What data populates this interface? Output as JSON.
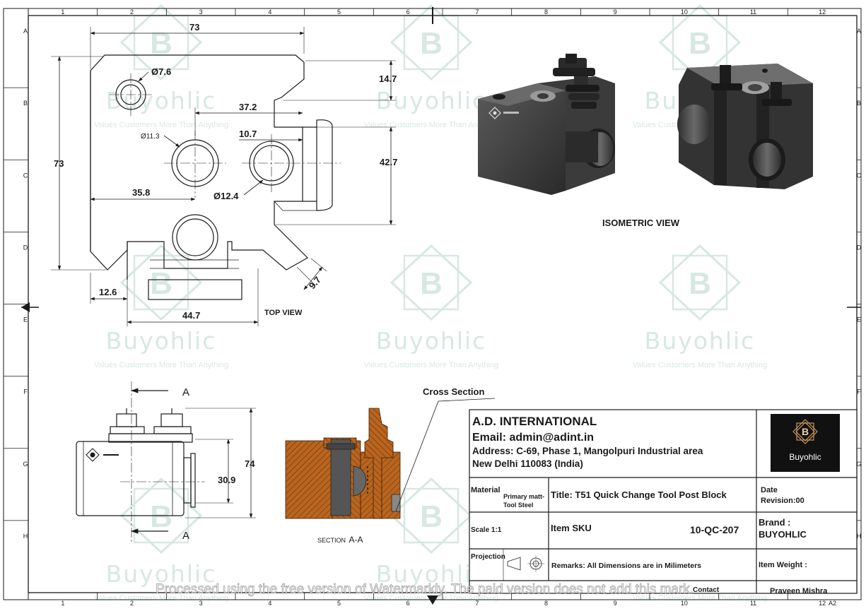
{
  "frame": {
    "columns": [
      "1",
      "2",
      "3",
      "4",
      "5",
      "6",
      "7",
      "8",
      "9",
      "10",
      "11",
      "12"
    ],
    "rows": [
      "A",
      "B",
      "C",
      "D",
      "E",
      "F",
      "G",
      "H"
    ],
    "sheet_size": "A2"
  },
  "top_view": {
    "label": "TOP VIEW",
    "dims": {
      "width_top": "73",
      "height_left": "73",
      "hole_small": "Ø7.6",
      "notch_top": "14.7",
      "center_offset": "37.2",
      "side_hole_offset": "10.7",
      "center_hole": "Ø11.3",
      "slot_height": "42.7",
      "side_hole": "Ø12.4",
      "left_offset": "35.8",
      "bottom_left": "12.6",
      "bottom_width": "44.7",
      "chamfer": "9.7"
    }
  },
  "isometric": {
    "label": "ISOMETRIC VIEW"
  },
  "front_view": {
    "section_mark": "A",
    "dims": {
      "height": "74",
      "stem": "30.9"
    }
  },
  "section_view": {
    "title": "Cross Section",
    "label_prefix": "SECTION",
    "label_id": "A-A"
  },
  "title_block": {
    "company": "A.D. INTERNATIONAL",
    "email": "Email: admin@adint.in",
    "address_line1": "Address: C-69, Phase 1, Mangolpuri Industrial area",
    "address_line2": "New Delhi 110083 (India)",
    "logo_letter": "B",
    "logo_text": "Buyohlic",
    "material_label": "Material",
    "material_value_1": "Primary matt-",
    "material_value_2": "Tool Steel",
    "title": "Title:  T51 Quick Change Tool Post Block",
    "date_label": "Date",
    "revision": "Revision:00",
    "scale": "Scale 1:1",
    "item_sku_label": "Item SKU",
    "item_sku_value": "10-QC-207",
    "brand_label": "Brand :",
    "brand_value": "BUYOHLIC",
    "projection_label": "Projection",
    "remarks": "Remarks: All Dimensions are in Milimeters",
    "item_weight": "Item Weight :",
    "contact": "Contact",
    "drawn_by": "Praveen Mishra"
  },
  "watermark": {
    "brand": "Buyohlic",
    "tagline": "Values Customers More Than Anything",
    "banner": "Processed using the free version of Watermarkly. The paid version does not add this mark."
  },
  "colors": {
    "line": "#1a1a1a",
    "watermark": "#d3e6df",
    "section_fill": "#b9651f",
    "logo_bg": "#111111",
    "logo_gold": "#c8965a"
  }
}
